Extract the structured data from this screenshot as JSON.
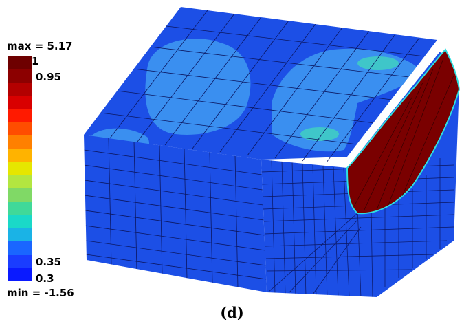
{
  "legend": {
    "max_label": "max = 5.17",
    "min_label": "min = -1.56",
    "ticks": [
      "1",
      "0.95",
      "0.35",
      "0.3"
    ],
    "color_steps": [
      "#6e0000",
      "#8c0000",
      "#b30000",
      "#d90000",
      "#ff1a00",
      "#ff4d00",
      "#ff8000",
      "#ffb300",
      "#e6e600",
      "#b3e640",
      "#80d966",
      "#40d999",
      "#1ad9c8",
      "#1ab3e6",
      "#1a66ff",
      "#1a3dff",
      "#0a1aff"
    ]
  },
  "caption": "(d)",
  "colors": {
    "mesh_blue": "#1c4fe6",
    "mesh_light": "#3a8ff0",
    "mesh_cyan": "#3fc6c9",
    "cut_red": "#7a0000",
    "mesh_line": "#0b1660"
  }
}
